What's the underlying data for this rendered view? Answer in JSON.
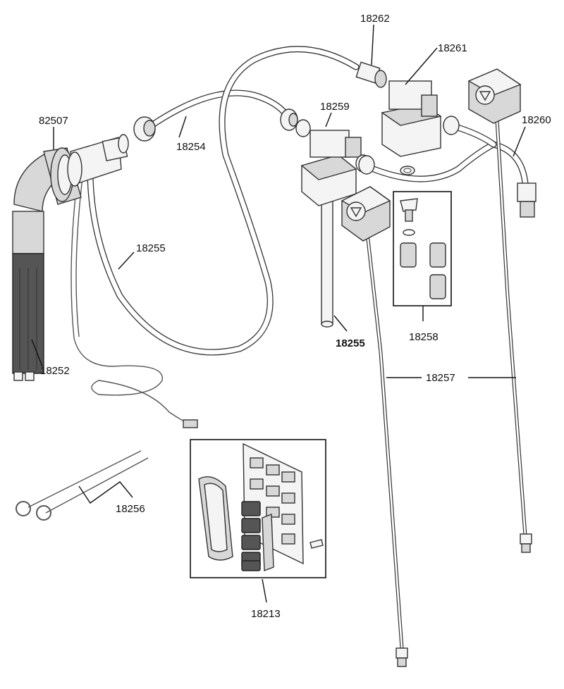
{
  "callouts": {
    "p82507": "82507",
    "p18262": "18262",
    "p18261": "18261",
    "p18259": "18259",
    "p18260": "18260",
    "p18254": "18254",
    "p18255_top": "18255",
    "p18255_bold": "18255",
    "p18252": "18252",
    "p18258": "18258",
    "p18257": "18257",
    "p18256": "18256",
    "p18213": "18213"
  },
  "colors": {
    "line": "#333333",
    "dark_part": "#555555",
    "callout_text": "#111111"
  }
}
